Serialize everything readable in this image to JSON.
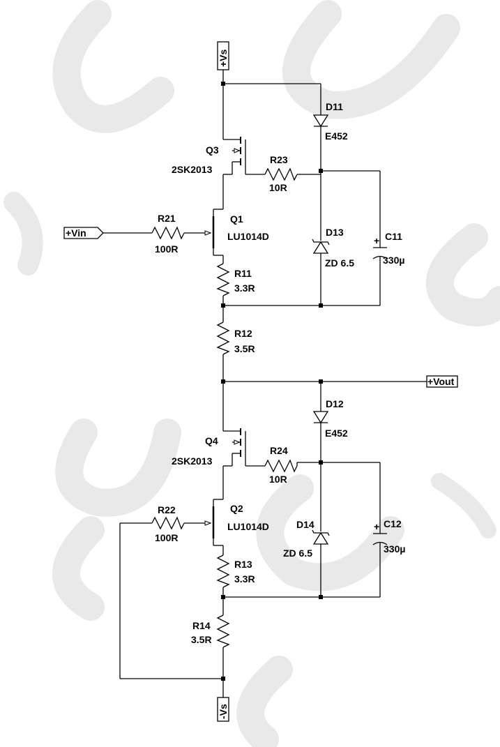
{
  "ports": {
    "vs_pos": "+Vs",
    "vs_neg": "-Vs",
    "vin": "+Vin",
    "vout": "+Vout"
  },
  "components": {
    "q3": {
      "ref": "Q3",
      "part": "2SK2013"
    },
    "q4": {
      "ref": "Q4",
      "part": "2SK2013"
    },
    "q1": {
      "ref": "Q1",
      "part": "LU1014D"
    },
    "q2": {
      "ref": "Q2",
      "part": "LU1014D"
    },
    "d11": {
      "ref": "D11",
      "part": "E452"
    },
    "d12": {
      "ref": "D12",
      "part": "E452"
    },
    "d13": {
      "ref": "D13",
      "part": "ZD 6.5"
    },
    "d14": {
      "ref": "D14",
      "part": "ZD 6.5"
    },
    "c11": {
      "ref": "C11",
      "value": "330µ"
    },
    "c12": {
      "ref": "C12",
      "value": "330µ"
    },
    "r21": {
      "ref": "R21",
      "value": "100R"
    },
    "r22": {
      "ref": "R22",
      "value": "100R"
    },
    "r23": {
      "ref": "R23",
      "value": "10R"
    },
    "r24": {
      "ref": "R24",
      "value": "10R"
    },
    "r11": {
      "ref": "R11",
      "value": "3.3R"
    },
    "r13": {
      "ref": "R13",
      "value": "3.3R"
    },
    "r12": {
      "ref": "R12",
      "value": "3.5R"
    },
    "r14": {
      "ref": "R14",
      "value": "3.5R"
    }
  }
}
